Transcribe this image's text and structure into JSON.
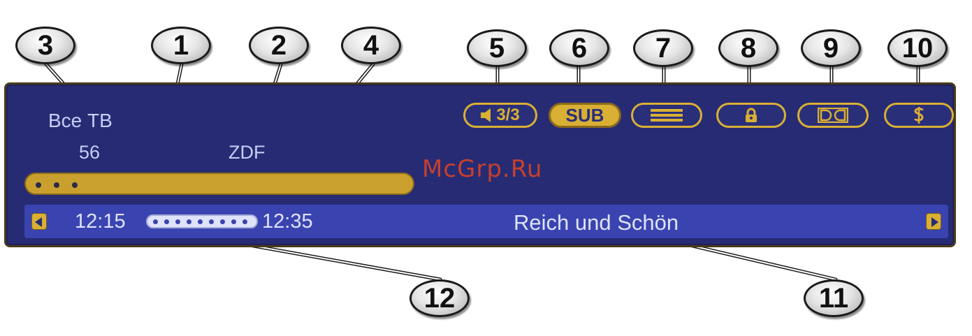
{
  "infobar": {
    "group_name": "Все ТВ",
    "channel_number": "56",
    "channel_name": "ZDF",
    "audio_indicator": "3/3",
    "subtitle_label": "SUB",
    "epg": {
      "start_time": "12:15",
      "end_time": "12:35",
      "programme_title": "Reich und Schön"
    }
  },
  "callouts": [
    "1",
    "2",
    "3",
    "4",
    "5",
    "6",
    "7",
    "8",
    "9",
    "10",
    "11",
    "12"
  ],
  "watermark": "McGrp.Ru",
  "colors": {
    "panel": "#262b74",
    "accent": "#d9b034",
    "epg_row": "#3a44b0",
    "text": "#c9cdf4",
    "watermark": "#c7402c"
  },
  "icons": [
    "speaker-icon",
    "subtitle-icon",
    "teletext-icon",
    "lock-icon",
    "dolby-icon",
    "scrambled-icon",
    "arrow-left-icon",
    "arrow-right-icon"
  ]
}
